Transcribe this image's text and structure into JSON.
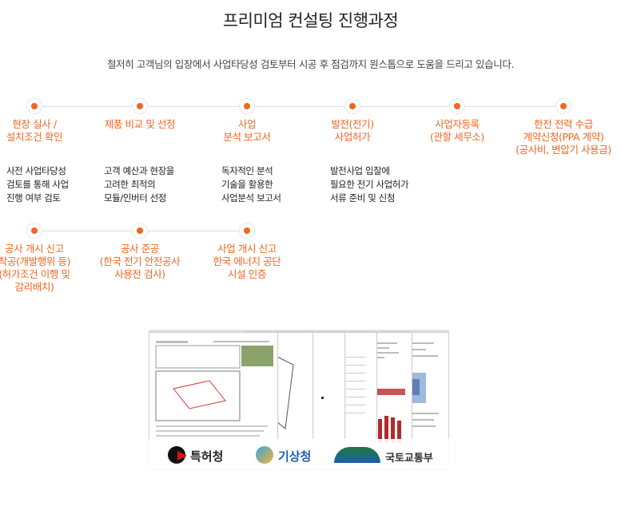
{
  "header": {
    "title": "프리미엄 컨설팅 진행과정",
    "subtitle": "철저히 고객님의 입장에서 사업타당성 검토부터 시공 후 점검까지 원스톱으로 도움을 드리고 있습니다."
  },
  "colors": {
    "accent": "#f26522",
    "line": "#dedede",
    "text": "#222222"
  },
  "steps_row1": [
    {
      "title": "현장 실사 /\n설치조건 확인",
      "desc": "사전 사업타당성\n검토를 통해 사업\n진행 여부 검토"
    },
    {
      "title": "제품 비교 및 선정",
      "desc": "고객 예산과 현장을\n고려한 최적의\n모듈/인버터 선정"
    },
    {
      "title": "사업\n분석 보고서",
      "desc": "독자적인 분석\n기술을 활용한\n사업분석 보고서"
    },
    {
      "title": "발전(전기)\n사업허가",
      "desc": "발전사업 입찰에\n필요한 전기 사업허가\n서류 준비 및 신청"
    },
    {
      "title": "사업자등록\n(관할 세무소)",
      "desc": ""
    },
    {
      "title": "한전 전력 수급\n계약신청(PPA 계약)\n(공사비, 변압기 사용금)",
      "desc": ""
    }
  ],
  "steps_row2": [
    {
      "title": "공사 개시 신고\n착공(개발행위 등)\n(허가조건 이행 및\n감리배치)"
    },
    {
      "title": "공사 준공\n(한국 전기 안전공사\n사용전 검사)"
    },
    {
      "title": "사업 개시 신고\n한국 에너지 공단\n시설 인증"
    }
  ],
  "logos": [
    {
      "name": "특허청",
      "icon": "kipo-icon"
    },
    {
      "name": "기상청",
      "icon": "kma-icon"
    },
    {
      "name": "국토교통부",
      "icon": "molit-icon"
    }
  ]
}
